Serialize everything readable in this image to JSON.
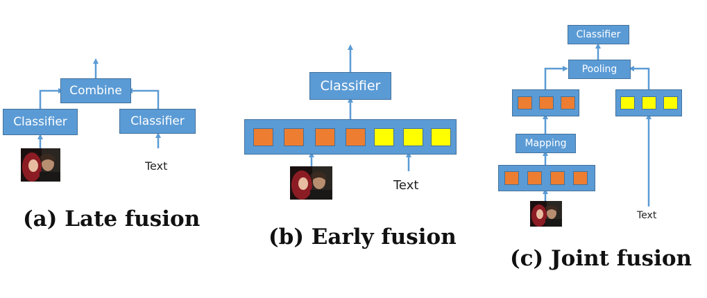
{
  "late_fusion": {
    "caption": "(a) Late fusion",
    "combine": "Combine",
    "classifier_image": "Classifier",
    "classifier_text": "Classifier",
    "text_input": "Text"
  },
  "early_fusion": {
    "caption": "(b) Early fusion",
    "classifier": "Classifier",
    "text_input": "Text"
  },
  "joint_fusion": {
    "caption": "(c) Joint fusion",
    "classifier": "Classifier",
    "pooling": "Pooling",
    "mapping": "Mapping",
    "text_input": "Text"
  },
  "colors": {
    "box_fill": "#5b9bd5",
    "arrow": "#5b9bd5",
    "image_feature": "#ed7d31",
    "text_feature": "#ffff00"
  }
}
